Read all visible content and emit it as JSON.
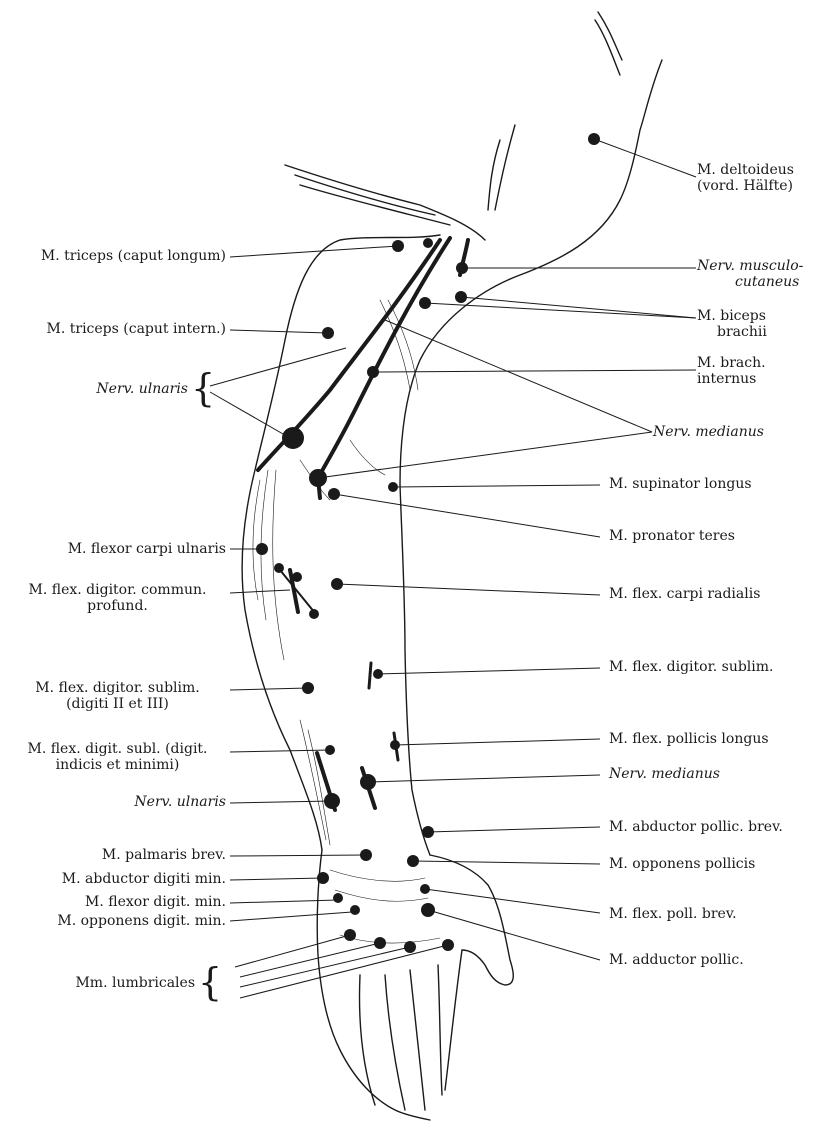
{
  "labels": {
    "deltoideus": "M. deltoideus",
    "deltoideus_sub": "(vord. Hälfte)",
    "musculocutaneus": "Nerv. musculo-",
    "musculocutaneus_sub": "cutaneus",
    "biceps": "M. biceps",
    "biceps_sub": "brachii",
    "brach_internus": "M. brach.",
    "brach_internus_sub": "internus",
    "medianus_upper": "Nerv. medianus",
    "supinator": "M. supinator longus",
    "pronator": "M. pronator teres",
    "flex_carpi_radialis": "M. flex. carpi radialis",
    "flex_digitor_sublim_r": "M. flex. digitor. sublim.",
    "flex_pollicis_longus": "M. flex. pollicis longus",
    "medianus_lower": "Nerv. medianus",
    "abductor_pollic": "M. abductor pollic. brev.",
    "opponens_pollicis": "M. opponens pollicis",
    "flex_poll_brev": "M. flex. poll. brev.",
    "adductor_pollic": "M. adductor pollic.",
    "triceps_longum": "M. triceps (caput longum)",
    "triceps_intern": "M. triceps (caput intern.)",
    "ulnaris_upper": "Nerv. ulnaris",
    "flex_carpi_ulnaris": "M. flexor carpi ulnaris",
    "flex_digitor_profund": "M. flex. digitor. commun.",
    "flex_digitor_profund_sub": "profund.",
    "flex_digitor_sublim_l": "M. flex. digitor. sublim.",
    "flex_digitor_sublim_l_sub": "(digiti II et III)",
    "flex_digit_subl_indicis": "M. flex. digit. subl. (digit.",
    "flex_digit_subl_indicis_sub": "indicis et minimi)",
    "ulnaris_lower": "Nerv. ulnaris",
    "palmaris_brev": "M. palmaris brev.",
    "abductor_digiti_min": "M. abductor digiti min.",
    "flexor_digit_min": "M. flexor digit. min.",
    "opponens_digit_min": "M. opponens digit. min.",
    "lumbricales": "Mm. lumbricales"
  },
  "colors": {
    "ink": "#1a1a1a",
    "paper": "#ffffff"
  }
}
